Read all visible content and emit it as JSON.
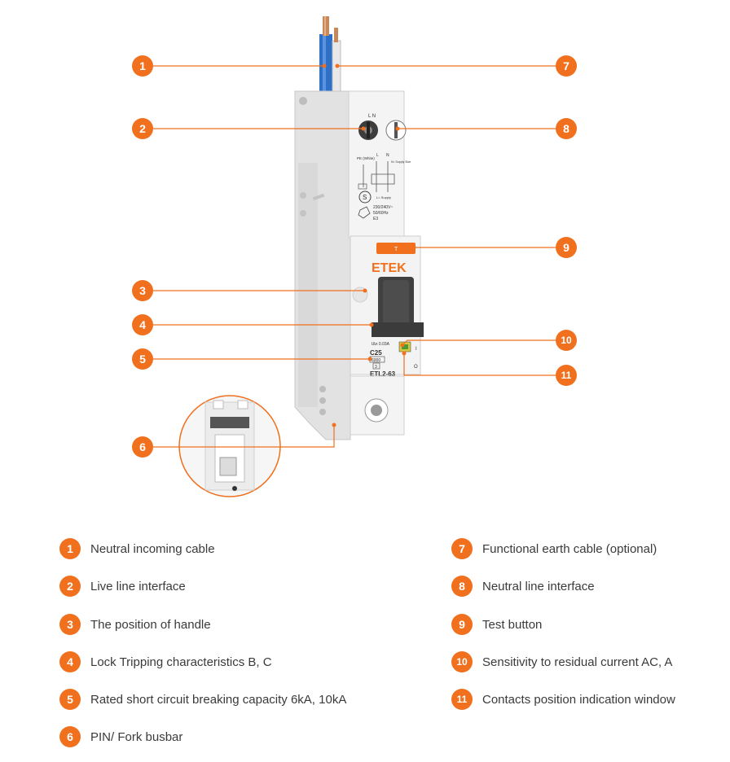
{
  "brand": "ETEK",
  "device": {
    "model": "ETL2-63",
    "rating": "C25",
    "sensitivity": "IΔn 0.03A",
    "breaking_capacity": "6000",
    "breaking_class": "3",
    "test_button_label": "T",
    "top_terminals": "L      N",
    "schematic_pe_label": "PE (White)",
    "schematic_l_label": "L",
    "schematic_n_label": "N",
    "schematic_supply": "N= Supply Side",
    "schematic_l_supply": "L= Supply",
    "voltage": "230/240V~",
    "frequency": "50/60Hz",
    "class_mark": "E3",
    "on_label": "I",
    "off_label": "O"
  },
  "callouts": {
    "c1": "1",
    "c2": "2",
    "c3": "3",
    "c4": "4",
    "c5": "5",
    "c6": "6",
    "c7": "7",
    "c8": "8",
    "c9": "9",
    "c10": "10",
    "c11": "11"
  },
  "legend": {
    "left": [
      {
        "num": "1",
        "label": "Neutral incoming cable"
      },
      {
        "num": "2",
        "label": "Live line interface"
      },
      {
        "num": "3",
        "label": "The position of handle"
      },
      {
        "num": "4",
        "label": "Lock Tripping characteristics B, C"
      },
      {
        "num": "5",
        "label": "Rated short circuit breaking capacity 6kA, 10kA"
      },
      {
        "num": "6",
        "label": "PIN/ Fork busbar"
      }
    ],
    "right": [
      {
        "num": "7",
        "label": "Functional earth cable (optional)"
      },
      {
        "num": "8",
        "label": "Neutral line interface"
      },
      {
        "num": "9",
        "label": "Test button"
      },
      {
        "num": "10",
        "label": "Sensitivity to residual current AC, A"
      },
      {
        "num": "11",
        "label": "Contacts position indication window"
      }
    ]
  },
  "colors": {
    "accent": "#f0701e",
    "device_body": "#f2f2f2",
    "handle": "#3b3b3b",
    "cable_blue": "#2e6fc7"
  }
}
